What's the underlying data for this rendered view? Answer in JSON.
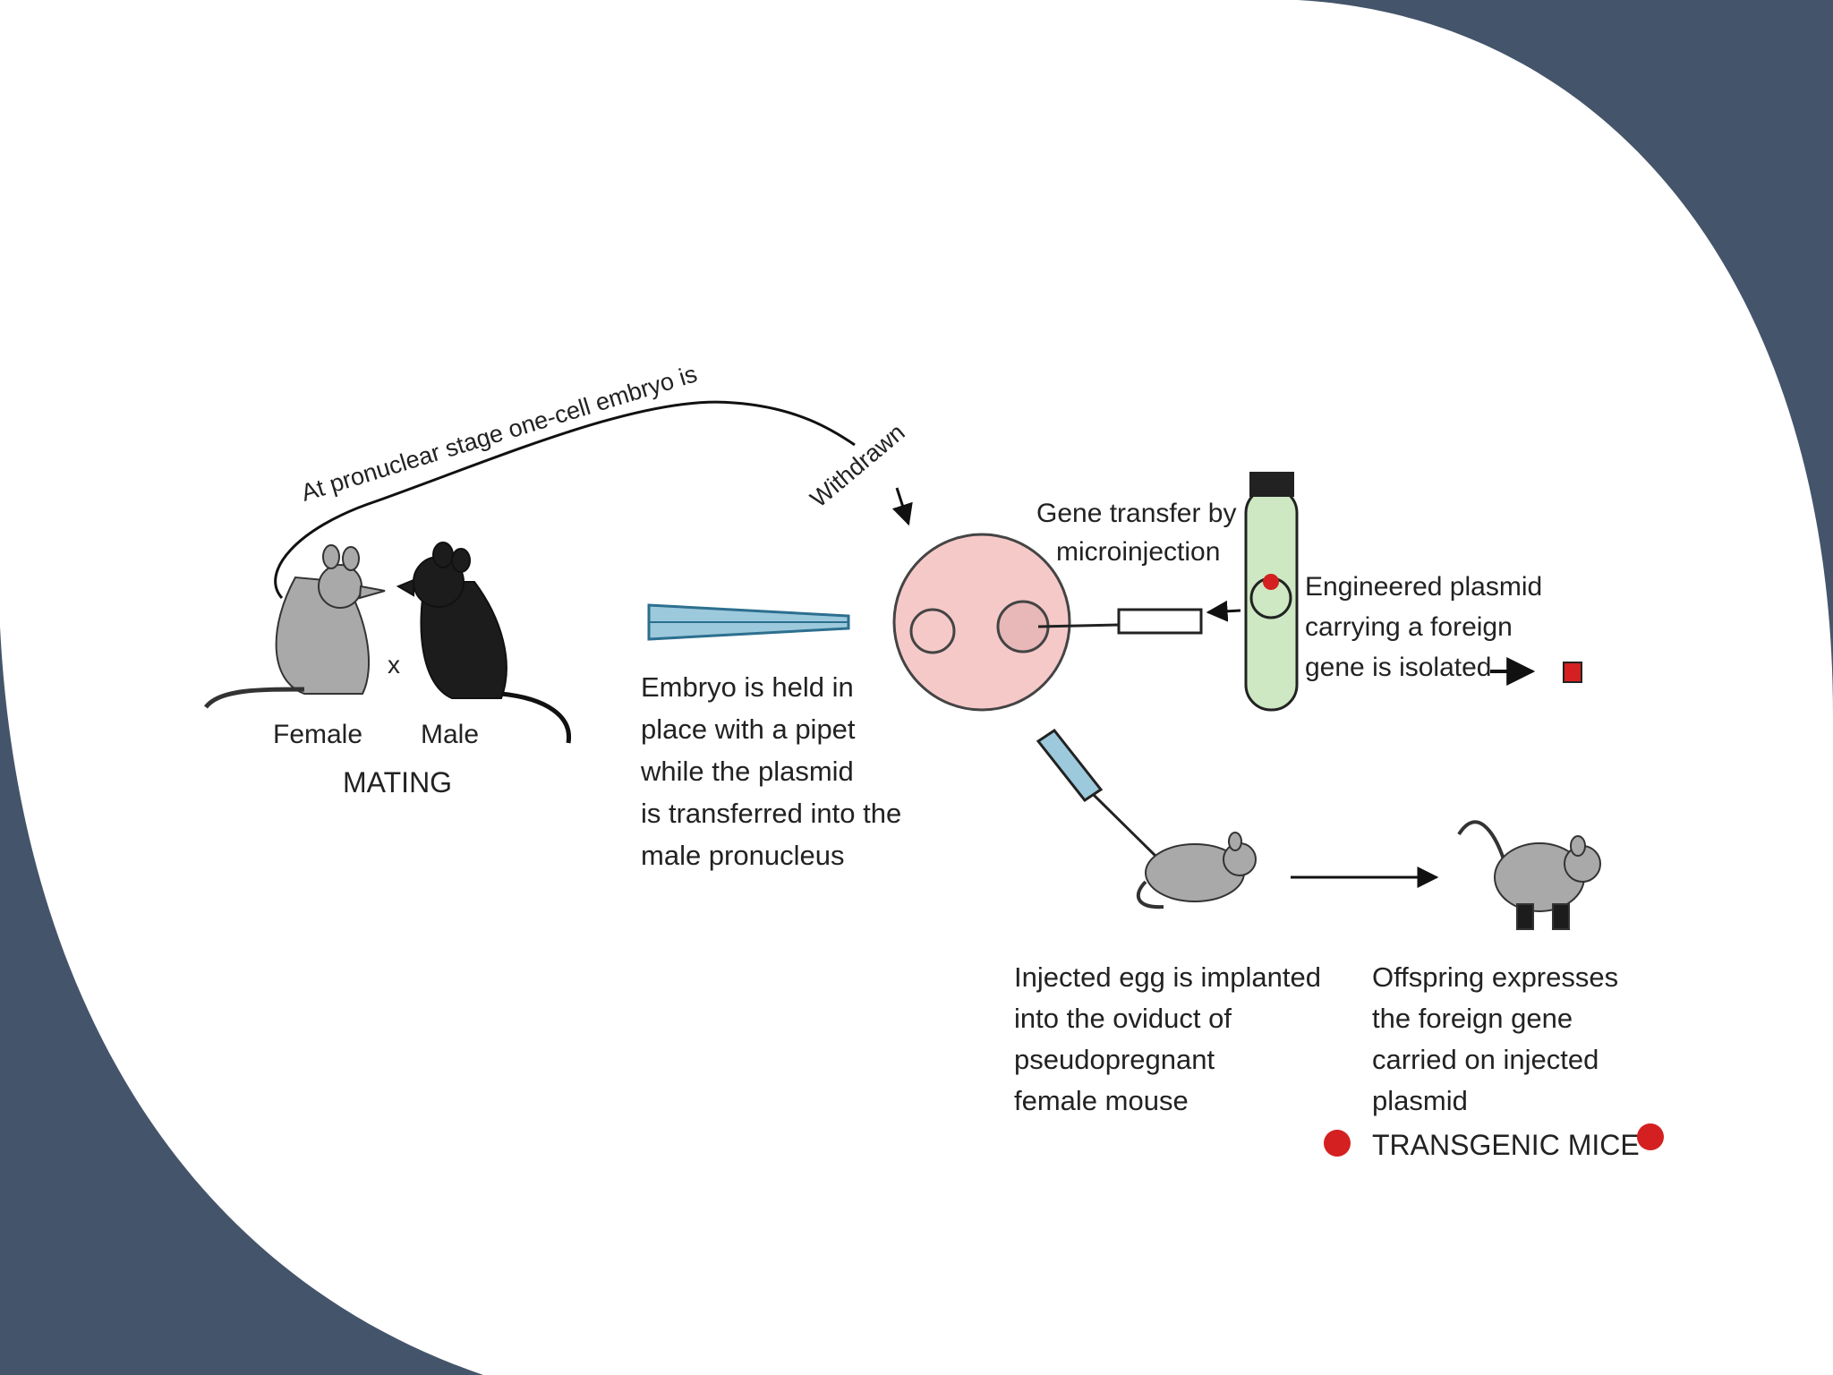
{
  "colors": {
    "background_panel": "#44546a",
    "canvas": "#ffffff",
    "embryo": "#f6c9c9",
    "pipette": "#9cc9dc",
    "tube": "#cde8c2",
    "accent_red": "#d42020",
    "mouse_grey": "#a9a9a9",
    "mouse_black": "#1c1c1c"
  },
  "labels": {
    "arc_text": "At pronuclear stage one-cell embryo is",
    "withdrawn": "Withdrawn",
    "female": "Female",
    "male": "Male",
    "cross": "x",
    "mating": "MATING",
    "gene_transfer": [
      "Gene transfer by",
      "microinjection"
    ],
    "plasmid": [
      "Engineered plasmid",
      "carrying a foreign",
      "gene is isolated"
    ],
    "embryo_held": [
      "Embryo is held in",
      "place with a pipet",
      "while the plasmid",
      "is transferred into the",
      "male pronucleus"
    ],
    "implanted": [
      "Injected egg is implanted",
      "into the oviduct of",
      "pseudopregnant",
      "female mouse"
    ],
    "offspring": [
      "Offspring expresses",
      "the foreign gene",
      "carried on injected",
      "plasmid"
    ],
    "transgenic": "TRANSGENIC MICE"
  },
  "icons": [
    "female-mouse-icon",
    "male-mouse-icon",
    "holding-pipette-icon",
    "embryo-cell-icon",
    "injection-needle-icon",
    "plasmid-tube-icon",
    "syringe-icon",
    "surrogate-mouse-icon",
    "transgenic-mouse-icon"
  ]
}
